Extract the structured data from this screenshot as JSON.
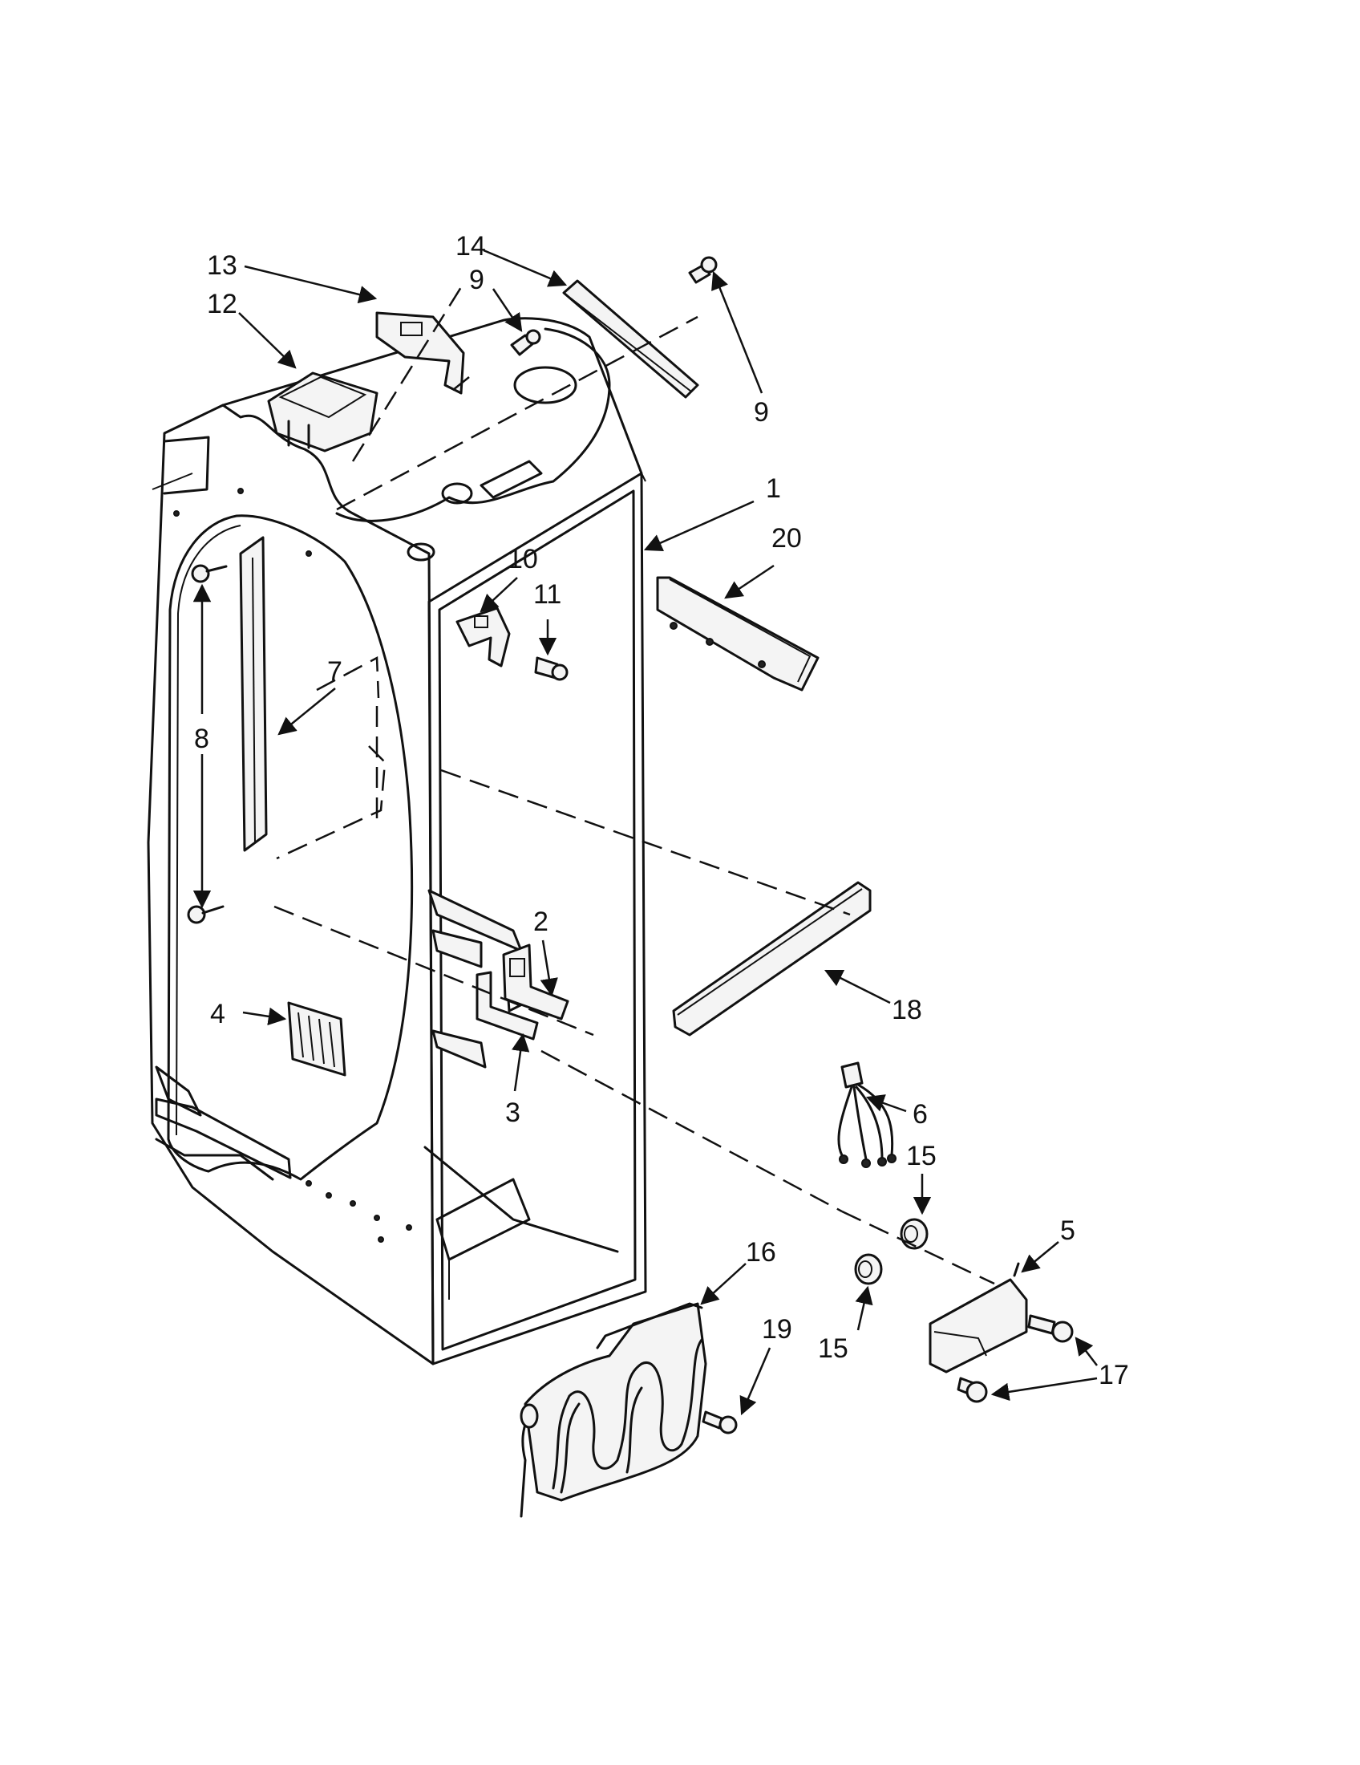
{
  "callouts": {
    "c1": "1",
    "c2": "2",
    "c3": "3",
    "c4": "4",
    "c5": "5",
    "c6": "6",
    "c7": "7",
    "c8": "8",
    "c9a": "9",
    "c9b": "9",
    "c10": "10",
    "c11": "11",
    "c12": "12",
    "c13": "13",
    "c14": "14",
    "c15a": "15",
    "c15b": "15",
    "c16": "16",
    "c17": "17",
    "c18": "18",
    "c19": "19",
    "c20": "20"
  }
}
